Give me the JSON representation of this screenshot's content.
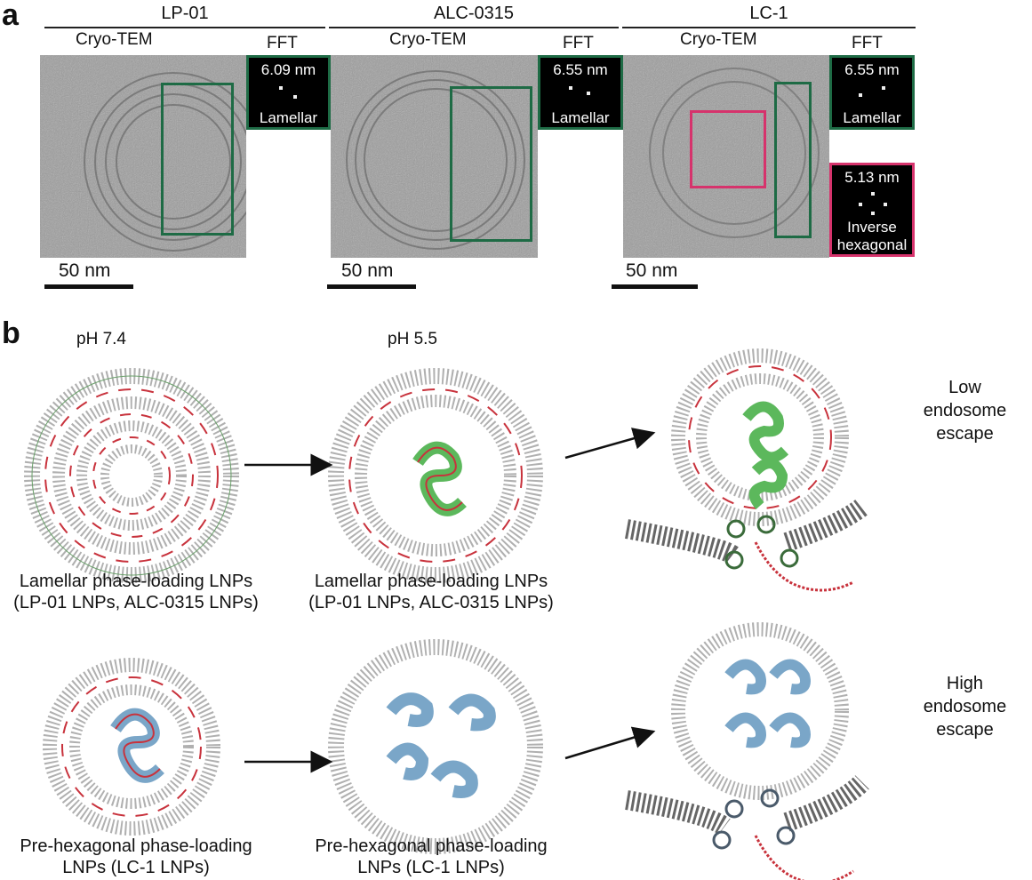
{
  "panel_a": {
    "label": "a",
    "cryo_label": "Cryo-TEM",
    "fft_label": "FFT",
    "scale_bar": "50 nm",
    "groups": [
      {
        "name": "LP-01",
        "ffts": [
          {
            "d": "6.09 nm",
            "phase": "Lamellar"
          }
        ]
      },
      {
        "name": "ALC-0315",
        "ffts": [
          {
            "d": "6.55 nm",
            "phase": "Lamellar"
          }
        ]
      },
      {
        "name": "LC-1",
        "ffts": [
          {
            "d": "6.55 nm",
            "phase": "Lamellar"
          },
          {
            "d": "5.13 nm",
            "phase_line1": "Inverse",
            "phase_line2": "hexagonal"
          }
        ]
      }
    ]
  },
  "panel_b": {
    "label": "b",
    "ph_left": "pH 7.4",
    "ph_mid": "pH 5.5",
    "row1": {
      "cap_left_1": "Lamellar phase-loading LNPs",
      "cap_left_2": "(LP-01 LNPs, ALC-0315 LNPs)",
      "cap_mid_1": "Lamellar phase-loading LNPs",
      "cap_mid_2": "(LP-01 LNPs, ALC-0315 LNPs)",
      "escape_1": "Low",
      "escape_2": "endosome escape"
    },
    "row2": {
      "cap_left_1": "Pre-hexagonal phase-loading",
      "cap_left_2": "LNPs (LC-1 LNPs)",
      "cap_mid_1": "Pre-hexagonal phase-loading",
      "cap_mid_2": "LNPs (LC-1 LNPs)",
      "escape_1": "High",
      "escape_2": "endosome escape"
    }
  },
  "colors": {
    "lamellar_box": "#1e6b45",
    "hexagonal_box": "#d6336c",
    "rna": "#c8323c",
    "lipid": "#9a9a9a"
  }
}
